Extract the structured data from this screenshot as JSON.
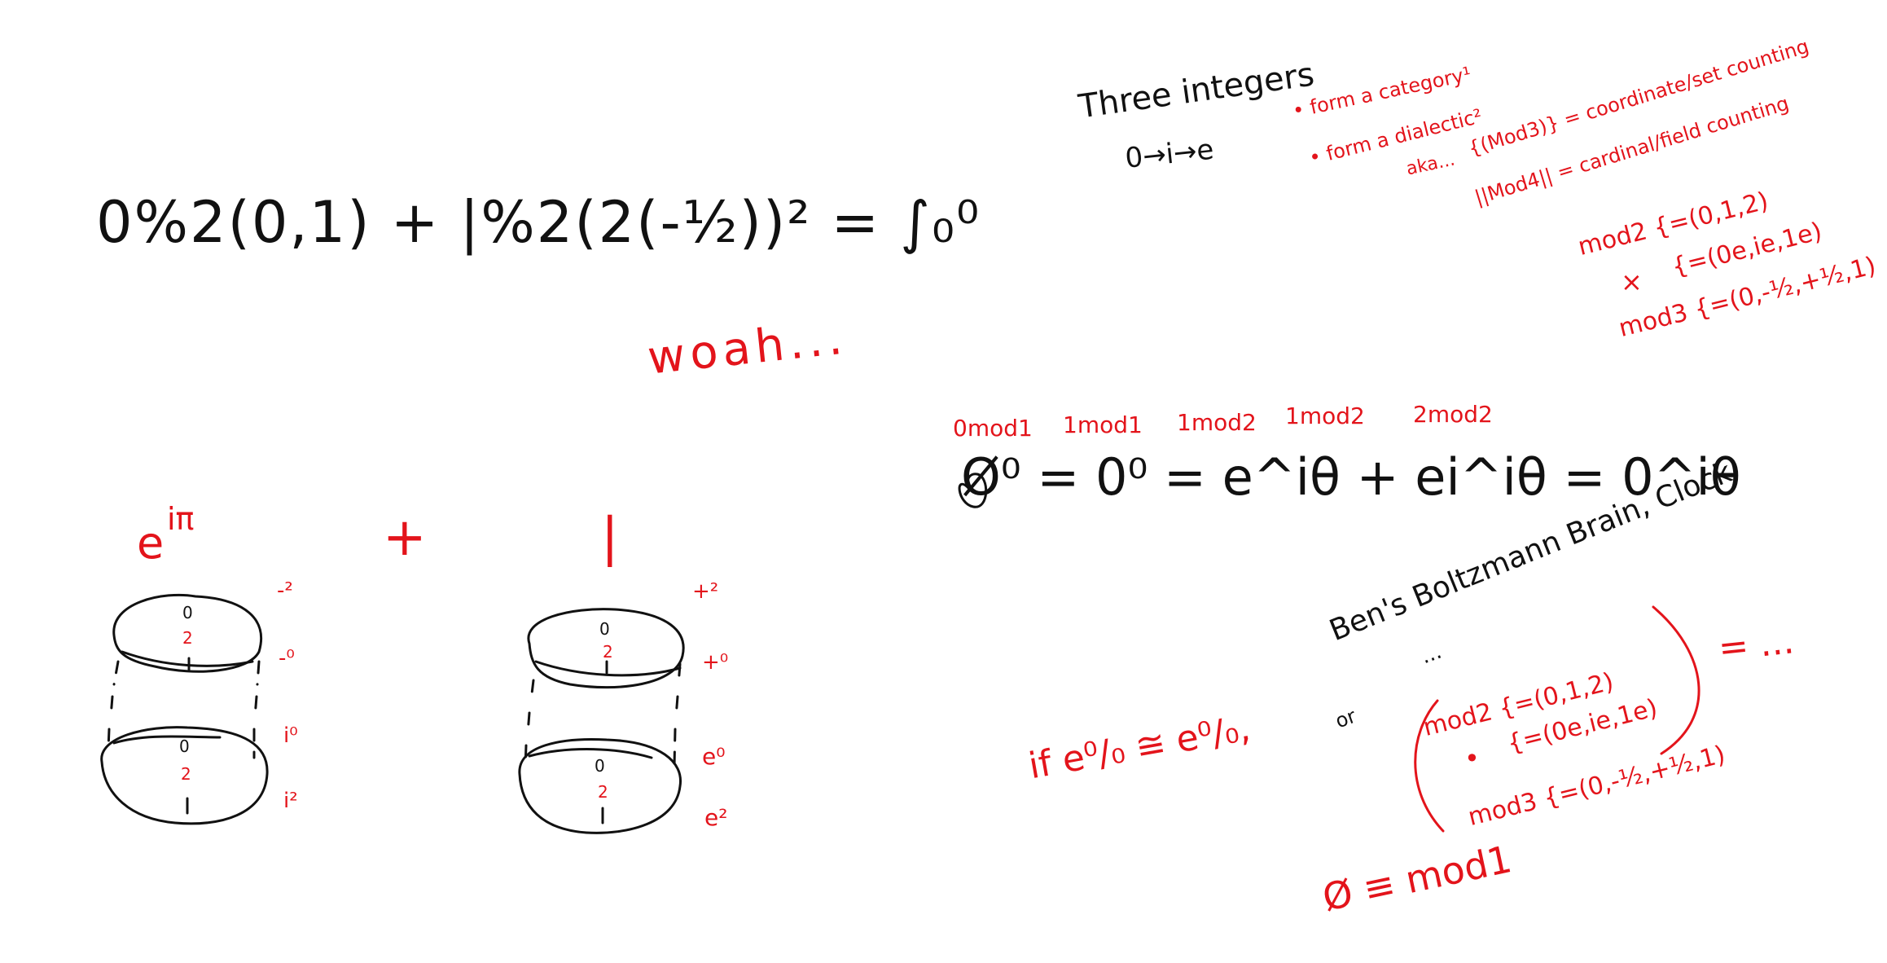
{
  "main_equation": "0%2(0,1)  + |%2(2(-½))² = ∫₀⁰",
  "woah": "woah...",
  "left_figure": {
    "label_a": "e",
    "label_a_exp": "iπ",
    "plus": "+",
    "label_b": "|",
    "cylA": {
      "top_o": "0",
      "top_2": "2",
      "bot_o": "0",
      "bot_2": "2"
    },
    "cylB": {
      "top_o": "0",
      "top_2": "2",
      "bot_o": "0",
      "bot_2": "2"
    },
    "cylA_side": [
      "-²",
      "-⁰",
      "i⁰",
      "i²"
    ],
    "cylB_side": [
      "+²",
      "+⁰",
      "e⁰",
      "e²"
    ]
  },
  "three_integers": {
    "title": "Three integers",
    "chain": "0→i→e",
    "bullet1": "• form a category¹",
    "bullet2": "• form a dialectic²",
    "aka": "aka...",
    "mod3_line": "{(Mod3)} = coordinate/set counting",
    "mod4_line": "||Mod4|| = cardinal/field counting",
    "mod2_line": "mod2 {=(0,1,2)",
    "mod2_line2": "{=(0e,ie,1e)",
    "times": "×",
    "mod3_bottom": "mod3 {=(0,-½,+½,1)"
  },
  "middle_equation": {
    "labels": [
      "0mod1",
      "1mod1",
      "1mod2",
      "1mod2",
      "2mod2"
    ],
    "equation": "Ø⁰ = 0⁰ = e^iθ + ei^iθ = 0^iθ"
  },
  "boltzmann": {
    "title": "Ben's Boltzmann Brain, Clock",
    "dots": "...",
    "or": "or",
    "if_label": "if  e⁰/₀ ≅ e⁰/₀,",
    "bullet_point": "•",
    "mod2_line": "mod2 {=(0,1,2)",
    "mod2_line2": "{=(0e,ie,1e)",
    "mod3_line": "mod3 {=(0,-½,+½,1)",
    "equals_dots": "=  ...",
    "empty_mod": "Ø ≡ mod1"
  },
  "colors": {
    "ink": "#111111",
    "accent": "#e3141b"
  }
}
